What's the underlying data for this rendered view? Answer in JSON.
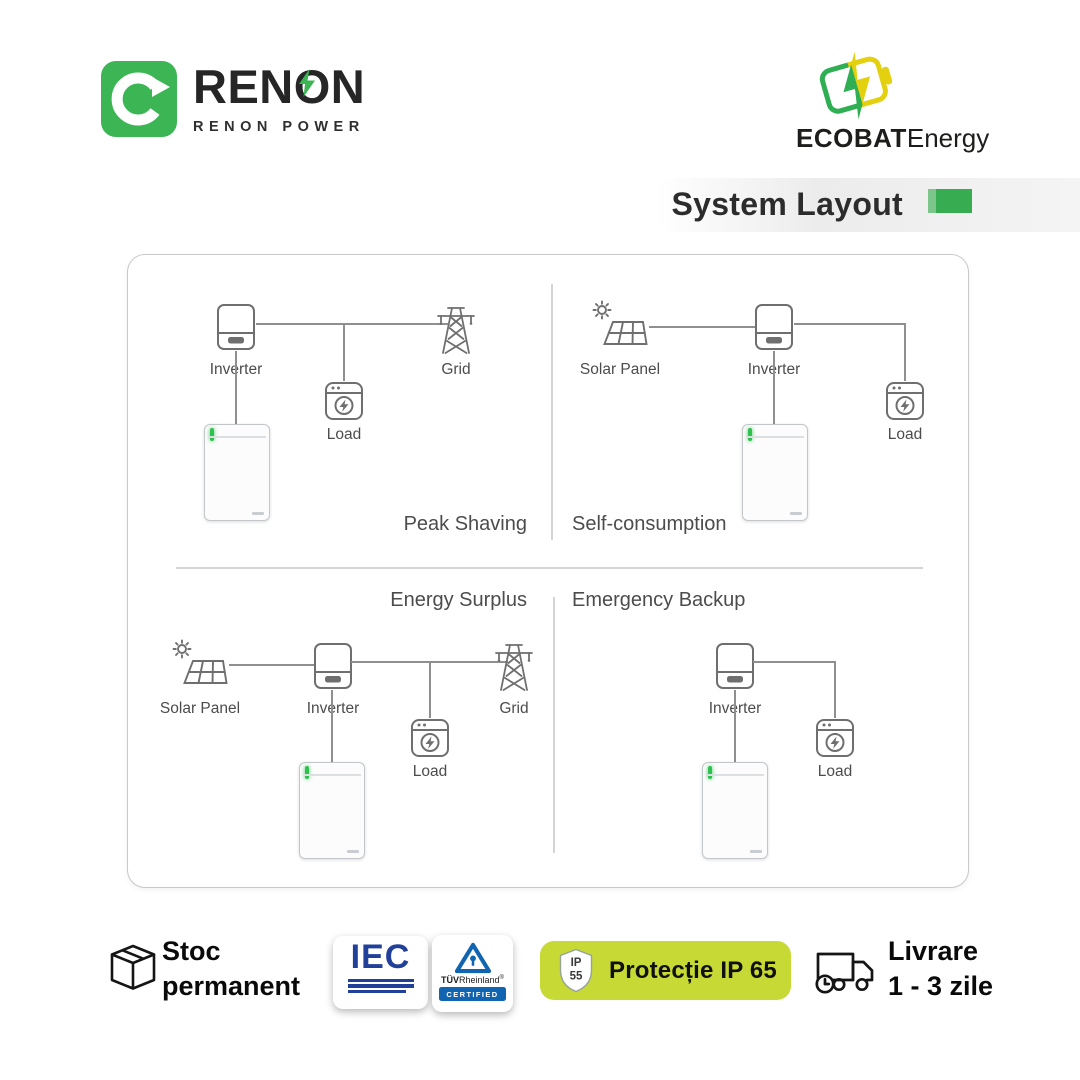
{
  "header": {
    "renon": {
      "brand": "RENON",
      "tagline": "RENON POWER"
    },
    "ecobat": {
      "bold": "ECOBAT",
      "light": "Energy"
    }
  },
  "title": "System Layout",
  "diagram": {
    "q1": {
      "caption": "Peak Shaving",
      "inverter": "Inverter",
      "grid": "Grid",
      "load": "Load"
    },
    "q2": {
      "caption": "Self-consumption",
      "solar": "Solar Panel",
      "inverter": "Inverter",
      "load": "Load"
    },
    "q3": {
      "caption": "Energy Surplus",
      "solar": "Solar Panel",
      "inverter": "Inverter",
      "grid": "Grid",
      "load": "Load"
    },
    "q4": {
      "caption": "Emergency Backup",
      "inverter": "Inverter",
      "load": "Load"
    }
  },
  "badges": {
    "stock": {
      "line1": "Stoc",
      "line2": "permanent"
    },
    "iec": {
      "text": "IEC"
    },
    "tuv": {
      "bold": "TÜV",
      "rest": "Rheinland",
      "reg": "®",
      "banner": "CERTIFIED"
    },
    "protection": {
      "shield_top": "IP",
      "shield_bottom": "55",
      "label": "Protecție IP 65"
    },
    "delivery": {
      "line1": "Livrare",
      "line2": "1 - 3 zile"
    }
  },
  "colors": {
    "brand_green": "#3cb554",
    "lime": "#c7d934",
    "iec_blue": "#21409a",
    "tuv_blue": "#1064b0",
    "icon_gray": "#6f6f6f",
    "dark": "#1d1d1b"
  }
}
